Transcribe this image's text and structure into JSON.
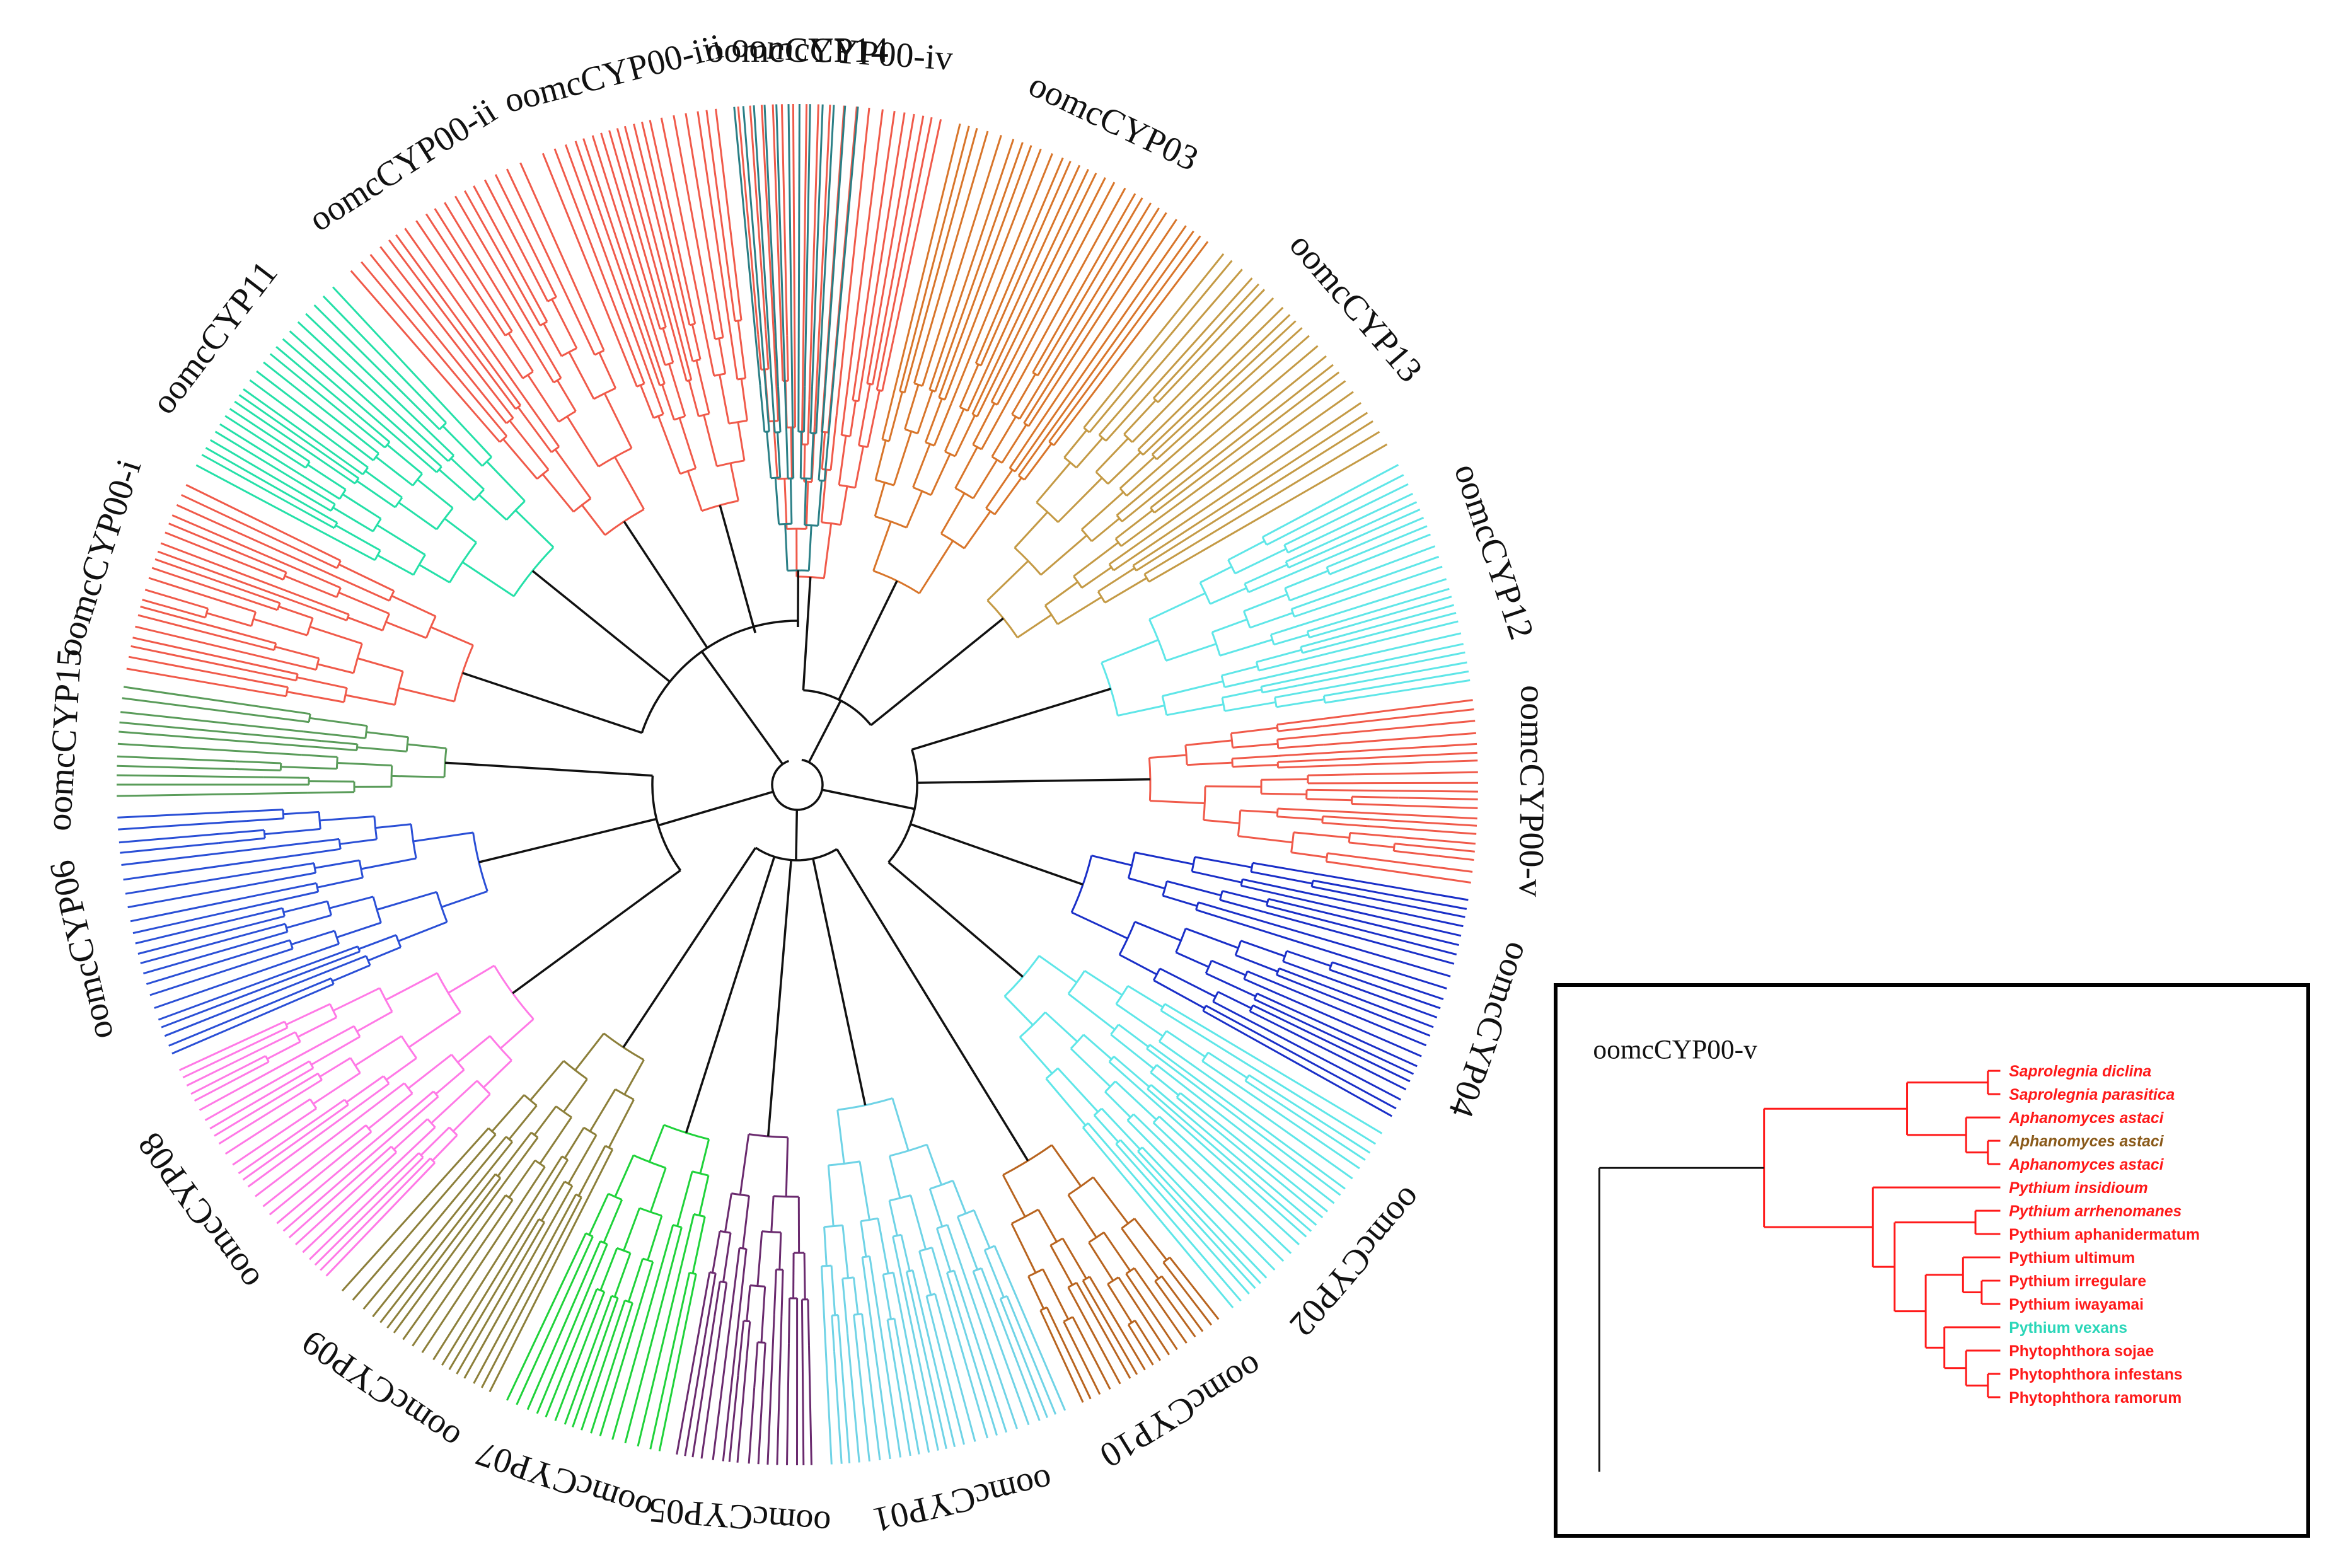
{
  "tree": {
    "clades": [
      {
        "label": "oomcCYP00-iv",
        "color": "#f05a4a"
      },
      {
        "label": "oomcCYP03",
        "color": "#d8752a"
      },
      {
        "label": "oomcCYP13",
        "color": "#c49a45"
      },
      {
        "label": "oomcCYP12",
        "color": "#5fe6e8"
      },
      {
        "label": "oomcCYP00-v",
        "color": "#f05a4a"
      },
      {
        "label": "oomcCYP04",
        "color": "#1a2fc8"
      },
      {
        "label": "oomcCYP02",
        "color": "#5fe6e8"
      },
      {
        "label": "oomcCYP10",
        "color": "#b8641f"
      },
      {
        "label": "oomcCYP01",
        "color": "#6fd3e6"
      },
      {
        "label": "oomcCYP05",
        "color": "#6a2a6e"
      },
      {
        "label": "oomcCYP07",
        "color": "#1fd23a"
      },
      {
        "label": "oomcCYP09",
        "color": "#8c7f3a"
      },
      {
        "label": "oomcCYP08",
        "color": "#ff79e6"
      },
      {
        "label": "oomcCYP06",
        "color": "#2a4fd6"
      },
      {
        "label": "oomcCYP15",
        "color": "#5a9c5a"
      },
      {
        "label": "oomcCYP00-i",
        "color": "#f05a4a"
      },
      {
        "label": "oomcCYP11",
        "color": "#25e0a8"
      },
      {
        "label": "oomcCYP00-ii",
        "color": "#f05a4a"
      },
      {
        "label": "oomcCYP00-iii",
        "color": "#f05a4a"
      },
      {
        "label": "oomcCYP14",
        "color": "#2a7f86"
      }
    ]
  },
  "inset": {
    "title": "oomcCYP00-v",
    "taxa": [
      {
        "name": "Saprolegnia diclina",
        "color": "#ff1a1a",
        "italic": true
      },
      {
        "name": "Saprolegnia parasitica",
        "color": "#ff1a1a",
        "italic": true
      },
      {
        "name": "Aphanomyces astaci",
        "color": "#ff1a1a",
        "italic": true
      },
      {
        "name": "Aphanomyces astaci",
        "color": "#8a5a1a",
        "italic": true
      },
      {
        "name": "Aphanomyces astaci",
        "color": "#ff1a1a",
        "italic": true
      },
      {
        "name": "Pythium insidioum",
        "color": "#ff1a1a",
        "italic": true
      },
      {
        "name": "Pythium arrhenomanes",
        "color": "#ff1a1a",
        "italic": true
      },
      {
        "name": "Pythium aphanidermatum",
        "color": "#ff1a1a",
        "italic": false
      },
      {
        "name": "Pythium ultimum",
        "color": "#ff1a1a",
        "italic": false
      },
      {
        "name": "Pythium irregulare",
        "color": "#ff1a1a",
        "italic": false
      },
      {
        "name": "Pythium iwayamai",
        "color": "#ff1a1a",
        "italic": false
      },
      {
        "name": "Pythium vexans",
        "color": "#2ad6b8",
        "italic": false
      },
      {
        "name": "Phytophthora sojae",
        "color": "#ff1a1a",
        "italic": false
      },
      {
        "name": "Phytophthora infestans",
        "color": "#ff1a1a",
        "italic": false
      },
      {
        "name": "Phytophthora ramorum",
        "color": "#ff1a1a",
        "italic": false
      }
    ]
  }
}
